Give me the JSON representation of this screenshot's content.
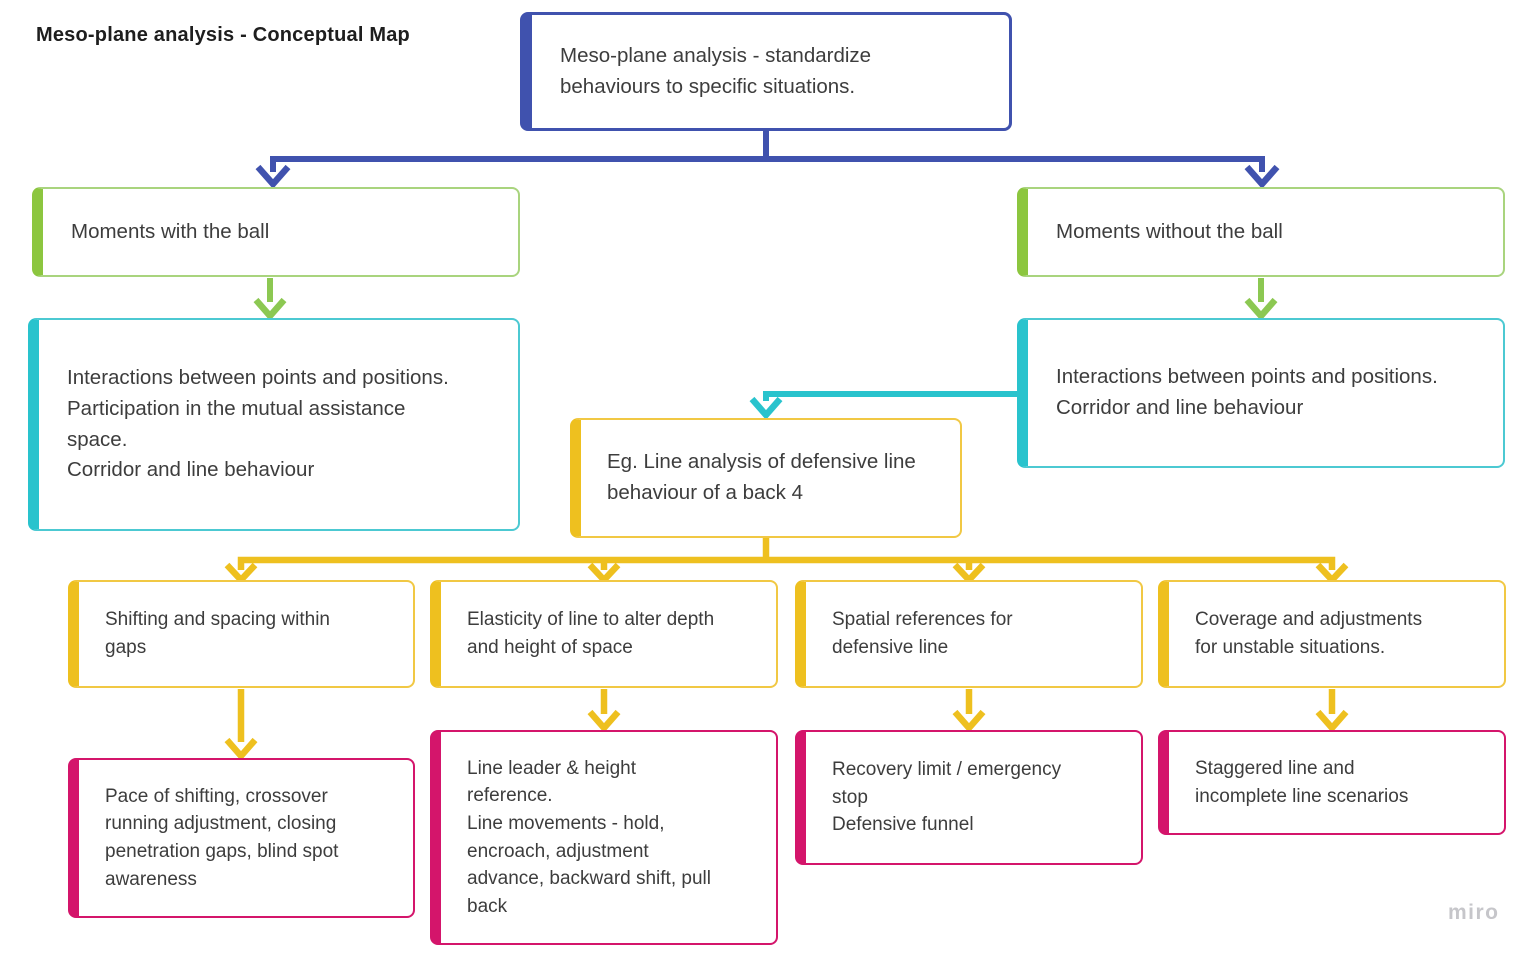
{
  "title": "Meso-plane analysis - Conceptual Map",
  "watermark": "miro",
  "palette": {
    "blue": "#4052ae",
    "green": "#8cc63f",
    "green_arrow": "#8cc852",
    "teal": "#29c3cd",
    "yellow": "#eec01f",
    "pink": "#d4156b",
    "text": "#3d3d3d",
    "watermark_gray": "#c6c6ca"
  },
  "nodes": {
    "root": {
      "text": "Meso-plane analysis - standardize behaviours to specific situations."
    },
    "moments_with_ball": {
      "text": "Moments with the ball"
    },
    "moments_without_ball": {
      "text": "Moments without the ball"
    },
    "interactions_with_ball": {
      "text": "Interactions between points and positions.\nParticipation in the mutual assistance space.\nCorridor and line behaviour"
    },
    "interactions_without_ball": {
      "text": "Interactions between points and positions.\nCorridor and line behaviour"
    },
    "line_analysis_example": {
      "text": "Eg. Line analysis of defensive line behaviour of a back 4"
    },
    "shifting_spacing": {
      "text": "Shifting and spacing within gaps"
    },
    "elasticity": {
      "text": "Elasticity of line to alter depth and height of space"
    },
    "spatial_references": {
      "text": "Spatial references for defensive line"
    },
    "coverage_adjustments": {
      "text": "Coverage and adjustments for unstable situations."
    },
    "pace_of_shifting": {
      "text": "Pace of shifting, crossover running adjustment, closing penetration gaps, blind spot awareness"
    },
    "line_leader": {
      "text": "Line leader & height reference.\nLine movements - hold, encroach, adjustment advance, backward shift, pull back"
    },
    "recovery_limit": {
      "text": "Recovery limit / emergency stop\nDefensive funnel"
    },
    "staggered_line": {
      "text": "Staggered line and incomplete line scenarios"
    }
  }
}
